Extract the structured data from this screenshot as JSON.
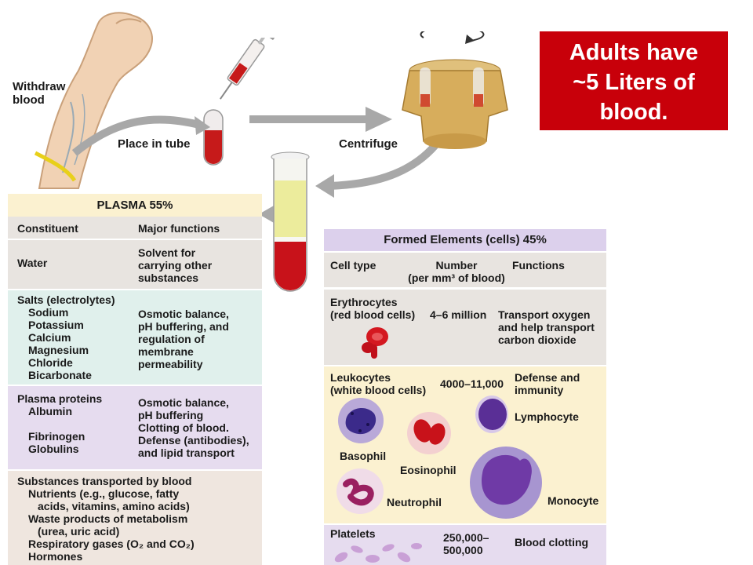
{
  "callout": {
    "line1": "Adults have",
    "line2": "~5 Liters of",
    "line3": "blood."
  },
  "process": {
    "withdraw_line1": "Withdraw",
    "withdraw_line2": "blood",
    "place_in_tube": "Place in tube",
    "centrifuge": "Centrifuge"
  },
  "plasma": {
    "title": "PLASMA 55%",
    "col_constituent": "Constituent",
    "col_functions": "Major functions",
    "rows": [
      {
        "constituent": [
          "Water"
        ],
        "functions": [
          "Solvent for",
          "carrying other",
          "substances"
        ]
      },
      {
        "constituent": [
          "Salts (electrolytes)"
        ],
        "items": [
          "Sodium",
          "Potassium",
          "Calcium",
          "Magnesium",
          "Chloride",
          "Bicarbonate"
        ],
        "functions": [
          "Osmotic balance,",
          "pH buffering, and",
          "regulation of",
          "membrane",
          "permeability"
        ]
      },
      {
        "constituent": [
          "Plasma proteins"
        ],
        "items": [
          "Albumin",
          "",
          "Fibrinogen",
          "Globulins"
        ],
        "functions": [
          "Osmotic balance,",
          "pH buffering",
          "Clotting of blood.",
          "Defense (antibodies),",
          "and lipid transport"
        ]
      },
      {
        "constituent": [
          "Substances transported by blood"
        ],
        "items": [
          "Nutrients (e.g., glucose, fatty",
          "  acids, vitamins, amino acids)",
          "Waste products of metabolism",
          "  (urea, uric acid)",
          "Respiratory gases (O₂ and CO₂)",
          "Hormones"
        ]
      }
    ]
  },
  "formed": {
    "title": "Formed Elements (cells) 45%",
    "col_type": "Cell type",
    "col_number_1": "Number",
    "col_number_2": "(per mm³ of blood)",
    "col_functions": "Functions",
    "erythrocytes": {
      "name_1": "Erythrocytes",
      "name_2": "(red blood cells)",
      "number": "4–6 million",
      "func_1": "Transport oxygen",
      "func_2": "and help transport",
      "func_3": "carbon dioxide"
    },
    "leukocytes": {
      "name_1": "Leukocytes",
      "name_2": "(white blood cells)",
      "number": "4000–11,000",
      "func_1": "Defense and",
      "func_2": "immunity",
      "cells": {
        "basophil": "Basophil",
        "eosinophil": "Eosinophil",
        "lymphocyte": "Lymphocyte",
        "neutrophil": "Neutrophil",
        "monocyte": "Monocyte"
      }
    },
    "platelets": {
      "name": "Platelets",
      "number_1": "250,000–",
      "number_2": "500,000",
      "func": "Blood clotting"
    }
  },
  "colors": {
    "callout_bg": "#c8000a",
    "plasma_header": "#fbf1d0",
    "formed_header": "#dcd0ec",
    "teal_band": "#e0f0ec",
    "lavender_band": "#e6dcef",
    "tan_band": "#efe6df",
    "gray_band": "#e8e4e0"
  }
}
